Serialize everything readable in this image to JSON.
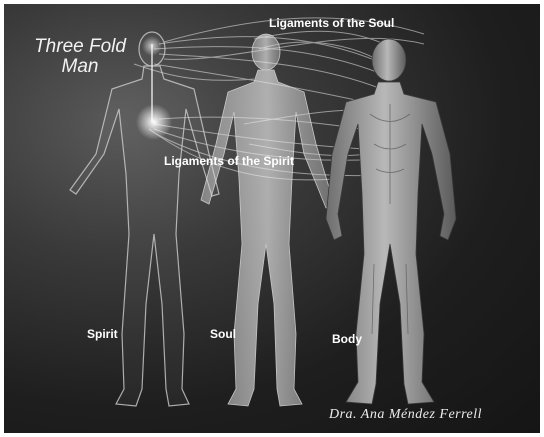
{
  "title": {
    "line1": "Three Fold",
    "line2": "Man"
  },
  "labels": {
    "ligaments_soul": "Ligaments of the Soul",
    "ligaments_spirit": "Ligaments of the Spirit",
    "spirit": "Spirit",
    "soul": "Soul",
    "body": "Body"
  },
  "signature": "Dra. Ana Méndez Ferrell",
  "colors": {
    "background_dark": "#151515",
    "glow": "#ffffff",
    "body_tone": "#9a9a9a"
  }
}
